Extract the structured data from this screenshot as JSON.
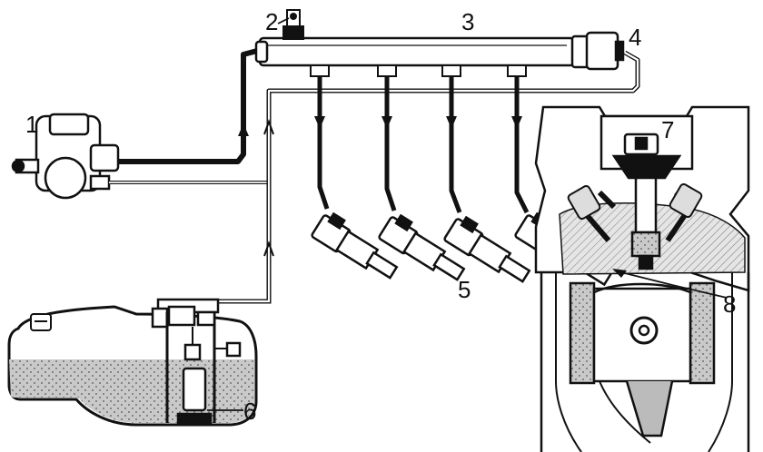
{
  "labels": {
    "l1": "1",
    "l2": "2",
    "l3": "3",
    "l4": "4",
    "l5": "5",
    "l6": "6",
    "l7": "7",
    "l8": "8"
  },
  "colors": {
    "ink": "#111111",
    "paper": "#ffffff",
    "shade": "#d2d2d2",
    "fuel": "#bdbdbd"
  }
}
